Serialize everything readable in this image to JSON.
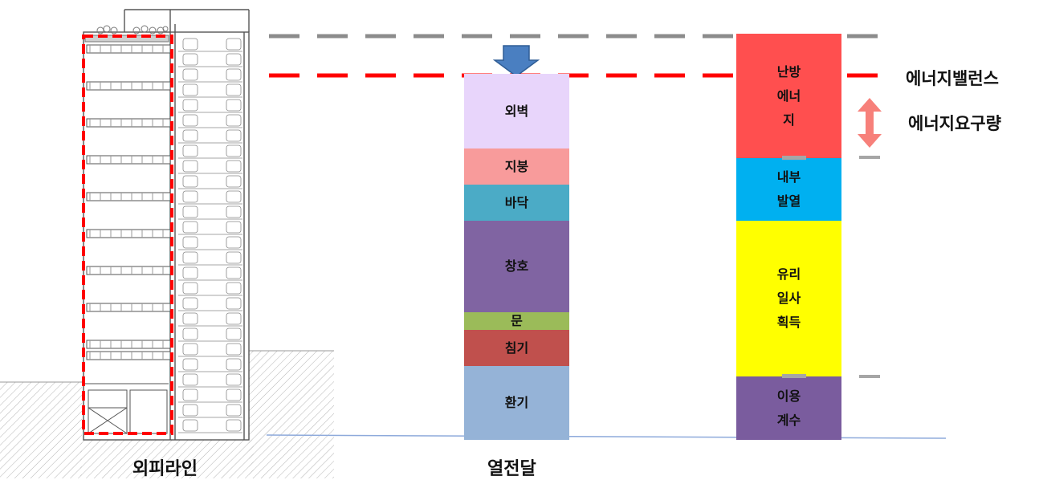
{
  "captions": {
    "building": "외피라인",
    "heat_transfer": "열전달"
  },
  "labels": {
    "energy_balance": "에너지밸런스",
    "energy_demand": "에너지요구량"
  },
  "heat_transfer_stack": [
    {
      "label": "외벽",
      "color": "#e8d5fb"
    },
    {
      "label": "지붕",
      "color": "#f89b9b"
    },
    {
      "label": "바닥",
      "color": "#4babc6"
    },
    {
      "label": "창호",
      "color": "#8064a2"
    },
    {
      "label": "문",
      "color": "#9bbb59"
    },
    {
      "label": "침기",
      "color": "#c0504d"
    },
    {
      "label": "환기",
      "color": "#95b3d7"
    }
  ],
  "gain_stack": [
    {
      "lines": [
        "난방",
        "에너",
        "지"
      ],
      "color": "#ff4f4f"
    },
    {
      "lines": [
        "내부",
        "발열"
      ],
      "color": "#00b0f0"
    },
    {
      "lines": [
        "유리",
        "일사",
        "획득"
      ],
      "color": "#ffff00"
    },
    {
      "lines": [
        "이용",
        "계수"
      ],
      "color": "#7a5c9e"
    }
  ],
  "colors": {
    "energy_balance_line": "#ff0000",
    "reference_line": "#8c8c8c",
    "envelope_outline": "#ff0000",
    "demand_arrow": "#f7807a",
    "down_arrow": "#4a7fc1",
    "ground_line": "#8eaadb"
  }
}
